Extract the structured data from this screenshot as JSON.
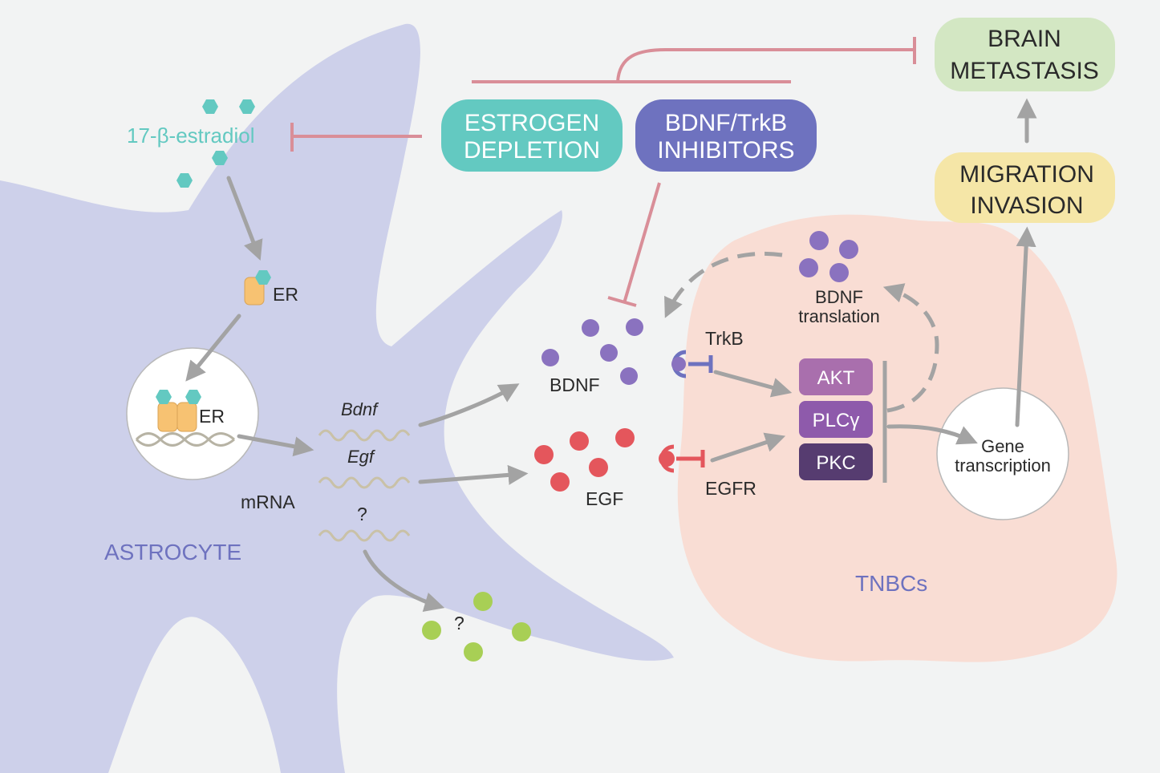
{
  "labels": {
    "estradiol": "17-β-estradiol",
    "er_top": "ER",
    "er_nucleus": "ER",
    "bdnf_gene": "Bdnf",
    "egf_gene": "Egf",
    "mrna": "mRNA",
    "unknown_gene": "?",
    "unknown_protein": "?",
    "astrocyte": "ASTROCYTE",
    "bdnf": "BDNF",
    "egf": "EGF",
    "trkb": "TrkB",
    "egfr": "EGFR",
    "bdnf_translation_1": "BDNF",
    "bdnf_translation_2": "translation",
    "akt": "AKT",
    "plc": "PLCγ",
    "pkc": "PKC",
    "gene_transcription_1": "Gene",
    "gene_transcription_2": "transcription",
    "tnbcs": "TNBCs"
  },
  "boxes": {
    "estrogen_depletion_1": "ESTROGEN",
    "estrogen_depletion_2": "DEPLETION",
    "inhibitors_1": "BDNF/TrkB",
    "inhibitors_2": "INHIBITORS",
    "brain_metastasis_1": "BRAIN",
    "brain_metastasis_2": "METASTASIS",
    "migration_1": "MIGRATION",
    "migration_2": "INVASION"
  },
  "colors": {
    "astrocyte": "#cdd0ea",
    "tnbc": "#f9ddd4",
    "teal": "#63c9c1",
    "indigo": "#6e72bf",
    "inhibit": "#d98e98",
    "arrow": "#a3a3a3",
    "bdnf_dot": "#8a72bf",
    "egf_dot": "#e4565c",
    "unknown_dot": "#a8cf55",
    "akt": "#a96fad",
    "plc": "#8e5aab",
    "pkc": "#563c70",
    "brain_box": "#d3e7c3",
    "migration_box": "#f5e6a7"
  }
}
